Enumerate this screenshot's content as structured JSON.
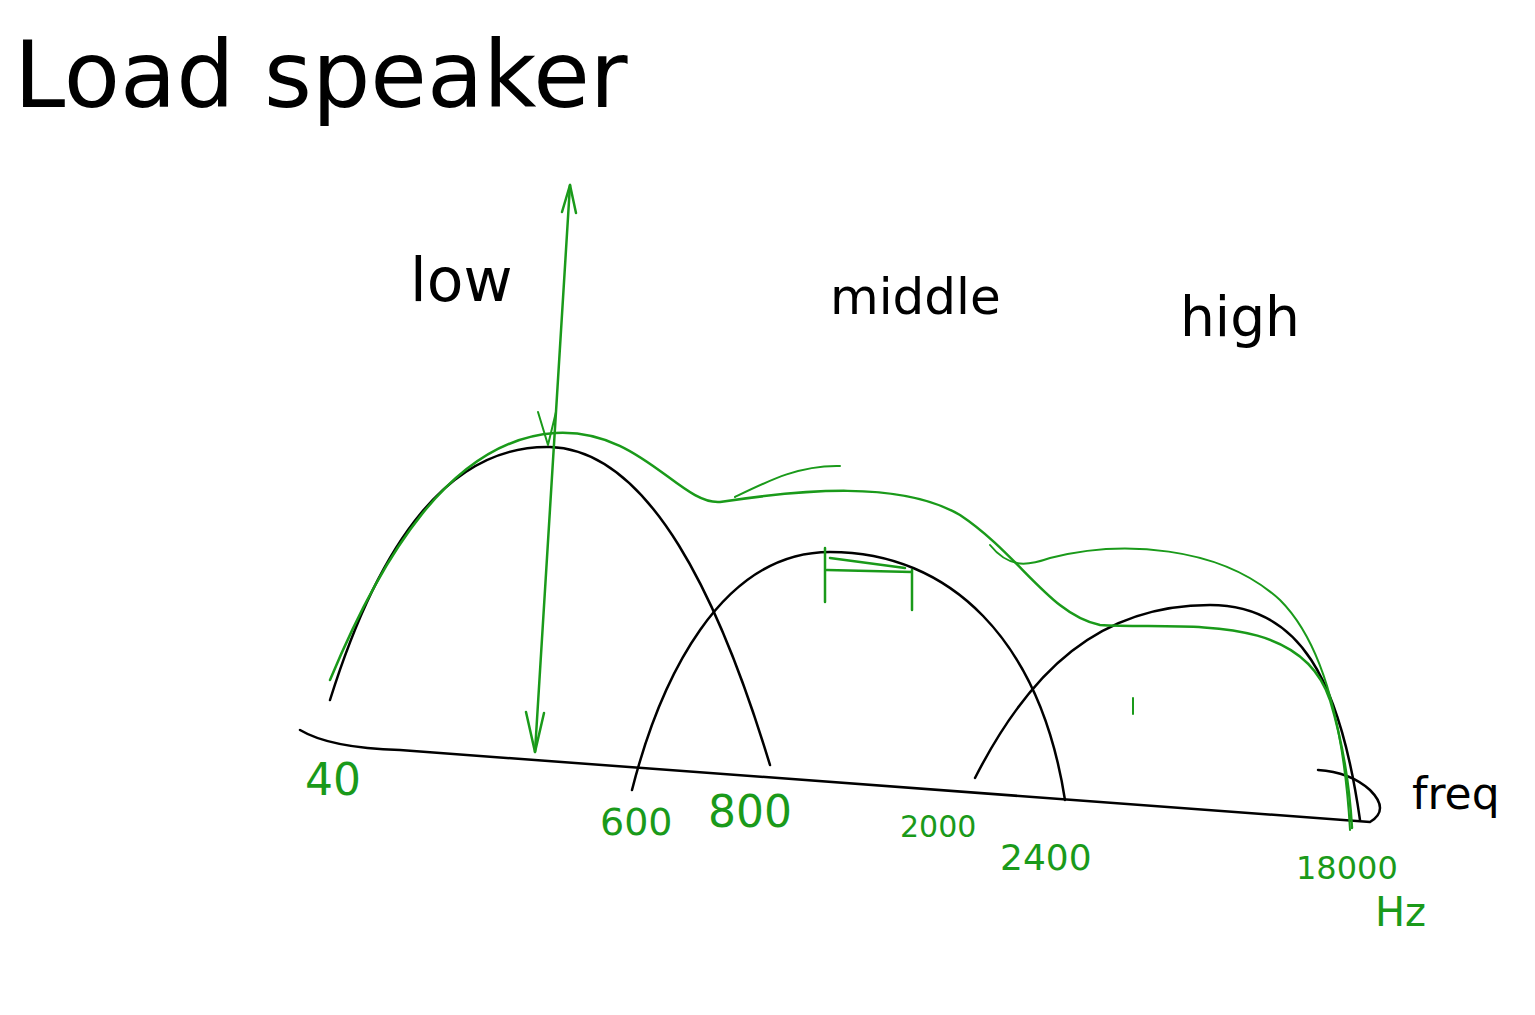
{
  "diagram": {
    "title": "Load speaker",
    "labels": [
      "low",
      "middle",
      "high",
      "40",
      "600",
      "800",
      "2000",
      "2400",
      "18000",
      "freq",
      "Hz"
    ]
  }
}
